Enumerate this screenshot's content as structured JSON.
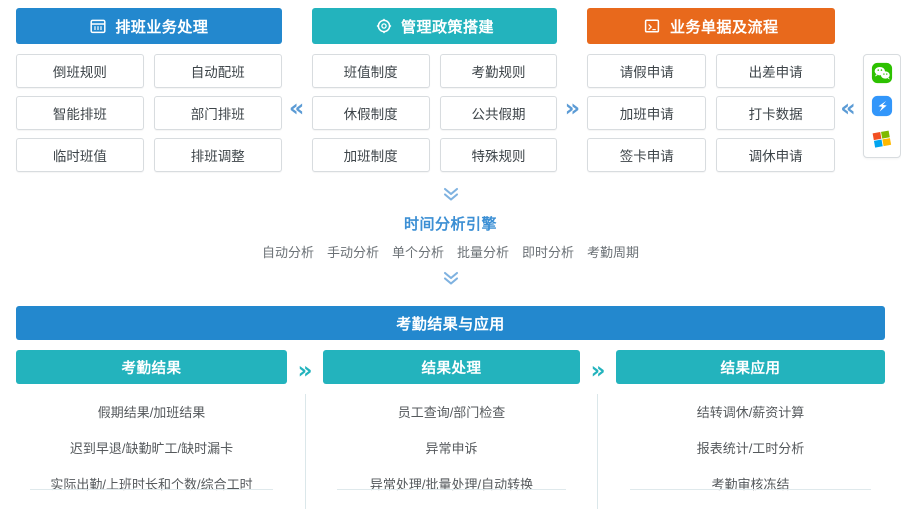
{
  "colors": {
    "blue": "#2388ce",
    "teal": "#23b3bd",
    "orange": "#e8691c",
    "chevron_blue": "#5b9bd5",
    "title_blue": "#3c8fd4"
  },
  "top": {
    "columns": [
      {
        "title": "排班业务处理",
        "icon": "calendar-icon",
        "color": "#2388ce",
        "cells": [
          "倒班规则",
          "自动配班",
          "智能排班",
          "部门排班",
          "临时班值",
          "排班调整"
        ]
      },
      {
        "title": "管理政策搭建",
        "icon": "gear-icon",
        "color": "#23b3bd",
        "cells": [
          "班值制度",
          "考勤规则",
          "休假制度",
          "公共假期",
          "加班制度",
          "特殊规则"
        ]
      },
      {
        "title": "业务单据及流程",
        "icon": "document-icon",
        "color": "#e8691c",
        "cells": [
          "请假申请",
          "出差申请",
          "加班申请",
          "打卡数据",
          "签卡申请",
          "调休申请"
        ]
      }
    ],
    "separators": [
      "«",
      "»",
      "«"
    ],
    "apps": [
      "wechat-icon",
      "dingtalk-icon",
      "windows-icon"
    ]
  },
  "middle": {
    "chevron_down": "❯",
    "engine_title": "时间分析引擎",
    "tags": [
      "自动分析",
      "手动分析",
      "单个分析",
      "批量分析",
      "即时分析",
      "考勤周期"
    ]
  },
  "bottom": {
    "banner": "考勤结果与应用",
    "separator": "»",
    "columns": [
      {
        "title": "考勤结果",
        "items": [
          "假期结果/加班结果",
          "迟到早退/缺勤旷工/缺时漏卡",
          "实际出勤/上班时长和个数/综合工时"
        ]
      },
      {
        "title": "结果处理",
        "items": [
          "员工查询/部门检查",
          "异常申诉",
          "异常处理/批量处理/自动转换"
        ]
      },
      {
        "title": "结果应用",
        "items": [
          "结转调休/薪资计算",
          "报表统计/工时分析",
          "考勤审核冻结"
        ]
      }
    ]
  }
}
